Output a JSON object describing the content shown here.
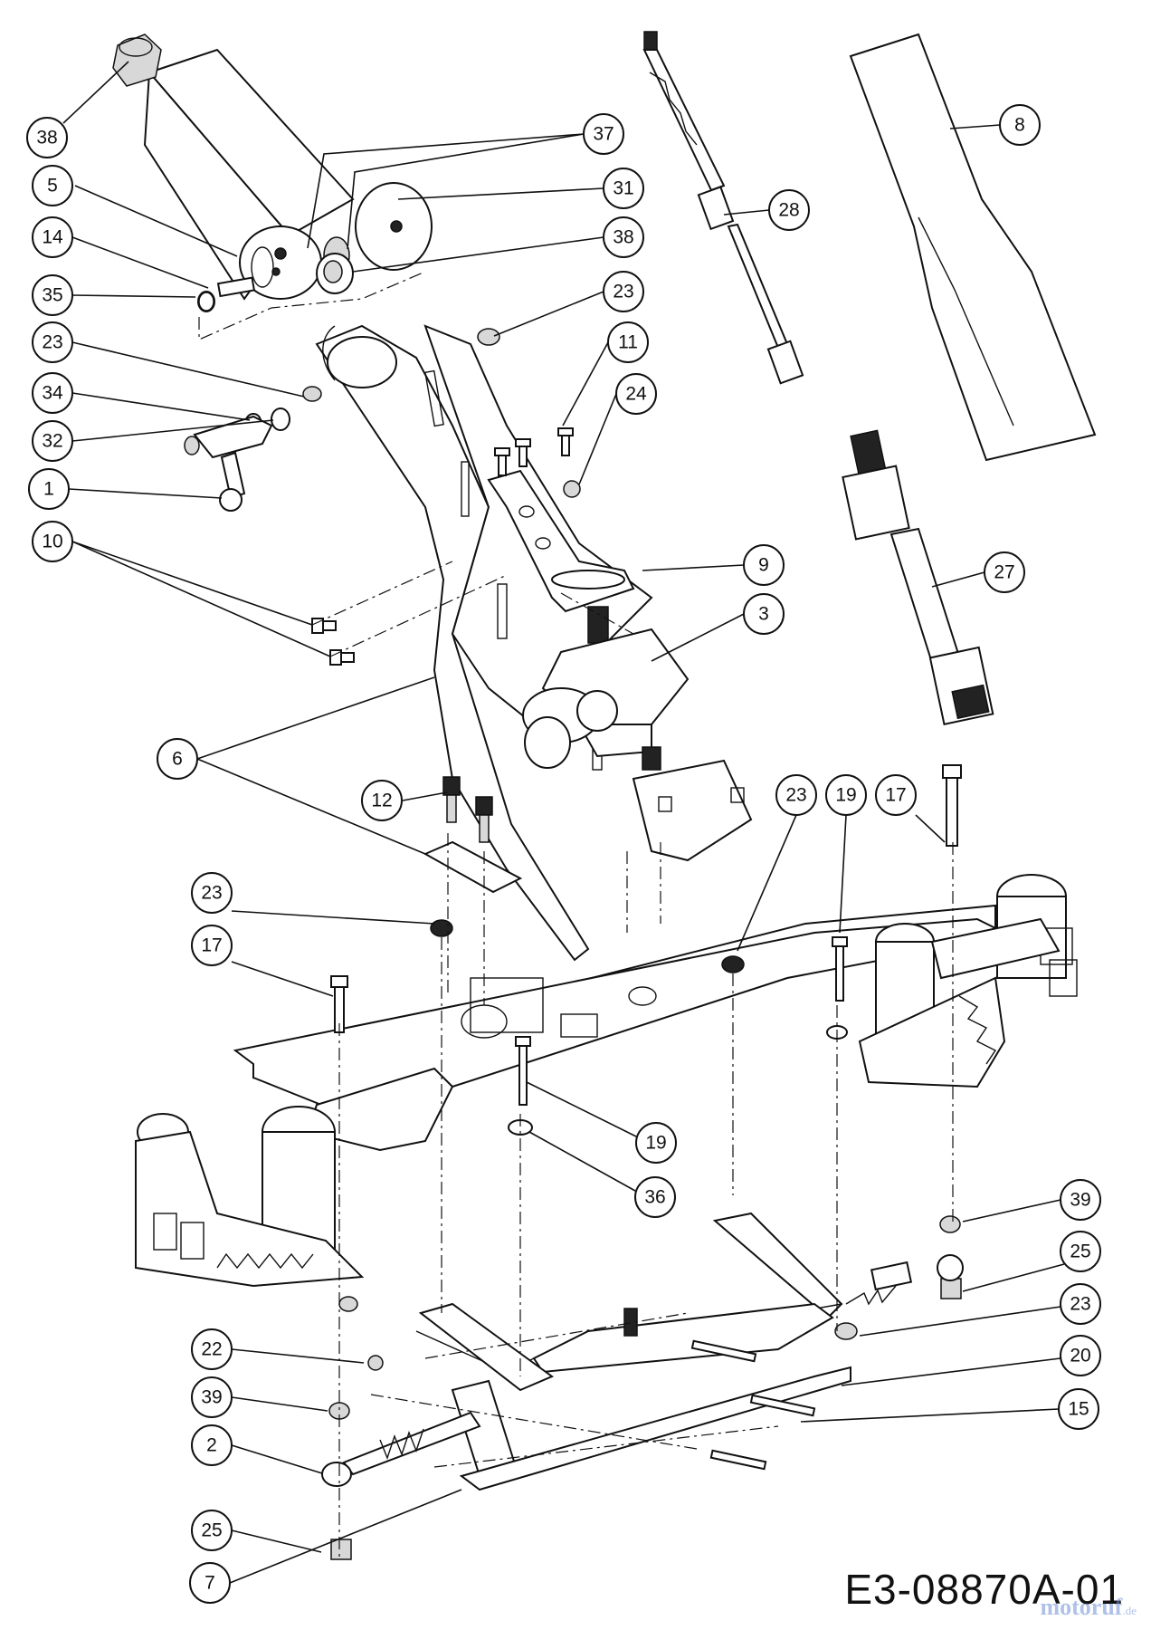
{
  "drawing_code": "E3-08870A-01",
  "watermark": {
    "text": "motoruf",
    "suffix": ".de"
  },
  "callouts": [
    {
      "label": "38"
    },
    {
      "label": "5"
    },
    {
      "label": "14"
    },
    {
      "label": "35"
    },
    {
      "label": "23"
    },
    {
      "label": "34"
    },
    {
      "label": "32"
    },
    {
      "label": "1"
    },
    {
      "label": "10"
    },
    {
      "label": "37"
    },
    {
      "label": "31"
    },
    {
      "label": "38"
    },
    {
      "label": "23"
    },
    {
      "label": "11"
    },
    {
      "label": "24"
    },
    {
      "label": "28"
    },
    {
      "label": "8"
    },
    {
      "label": "9"
    },
    {
      "label": "3"
    },
    {
      "label": "27"
    },
    {
      "label": "6"
    },
    {
      "label": "12"
    },
    {
      "label": "23"
    },
    {
      "label": "19"
    },
    {
      "label": "17"
    },
    {
      "label": "23"
    },
    {
      "label": "17"
    },
    {
      "label": "19"
    },
    {
      "label": "36"
    },
    {
      "label": "39"
    },
    {
      "label": "25"
    },
    {
      "label": "23"
    },
    {
      "label": "20"
    },
    {
      "label": "15"
    },
    {
      "label": "22"
    },
    {
      "label": "39"
    },
    {
      "label": "2"
    },
    {
      "label": "25"
    },
    {
      "label": "7"
    }
  ]
}
